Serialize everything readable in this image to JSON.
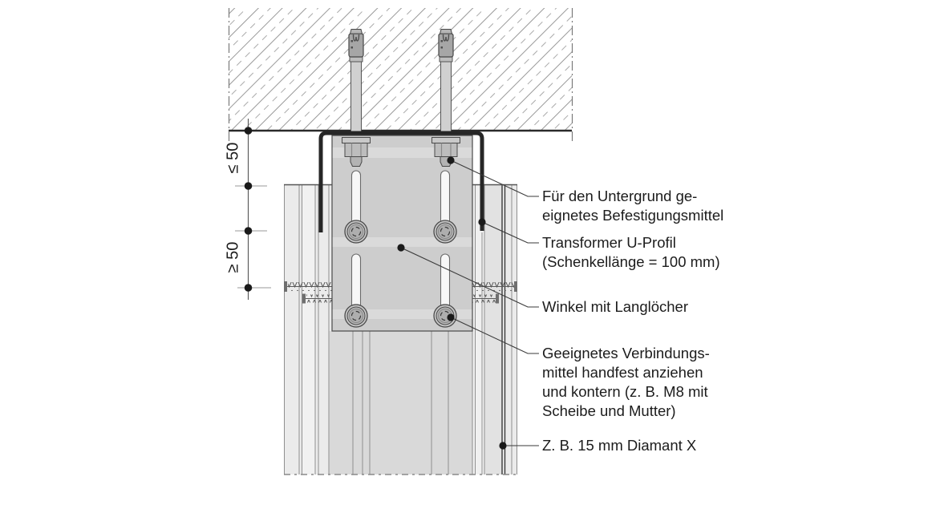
{
  "drawing": {
    "title_hint": "attachment detail: bracket fixed to ceiling above a board wall",
    "dimensions": {
      "upper": "≤ 50",
      "lower": "≥ 50"
    },
    "callouts": [
      {
        "id": "fixing",
        "text": "Für den Untergrund ge-\neignetes Befestigungsmittel"
      },
      {
        "id": "u-profile",
        "text": "Transformer U-Profil\n(Schenkellänge = 100 mm)"
      },
      {
        "id": "bracket",
        "text": "Winkel mit Langlöcher"
      },
      {
        "id": "connector",
        "text": "Geeignetes Verbindungs-\nmittel handfest anziehen\nund kontern (z. B. M8 mit\nScheibe und Mutter)"
      },
      {
        "id": "board",
        "text": "Z. B. 15 mm Diamant X"
      }
    ],
    "colors": {
      "line_dark": "#2a2a2a",
      "hatch": "#999999",
      "plate": "#cdcdcd",
      "board": "#ebebeb",
      "board_shaded": "#d9d9d9",
      "slot": "#f7f7f7",
      "text": "#1c1c1c"
    }
  }
}
